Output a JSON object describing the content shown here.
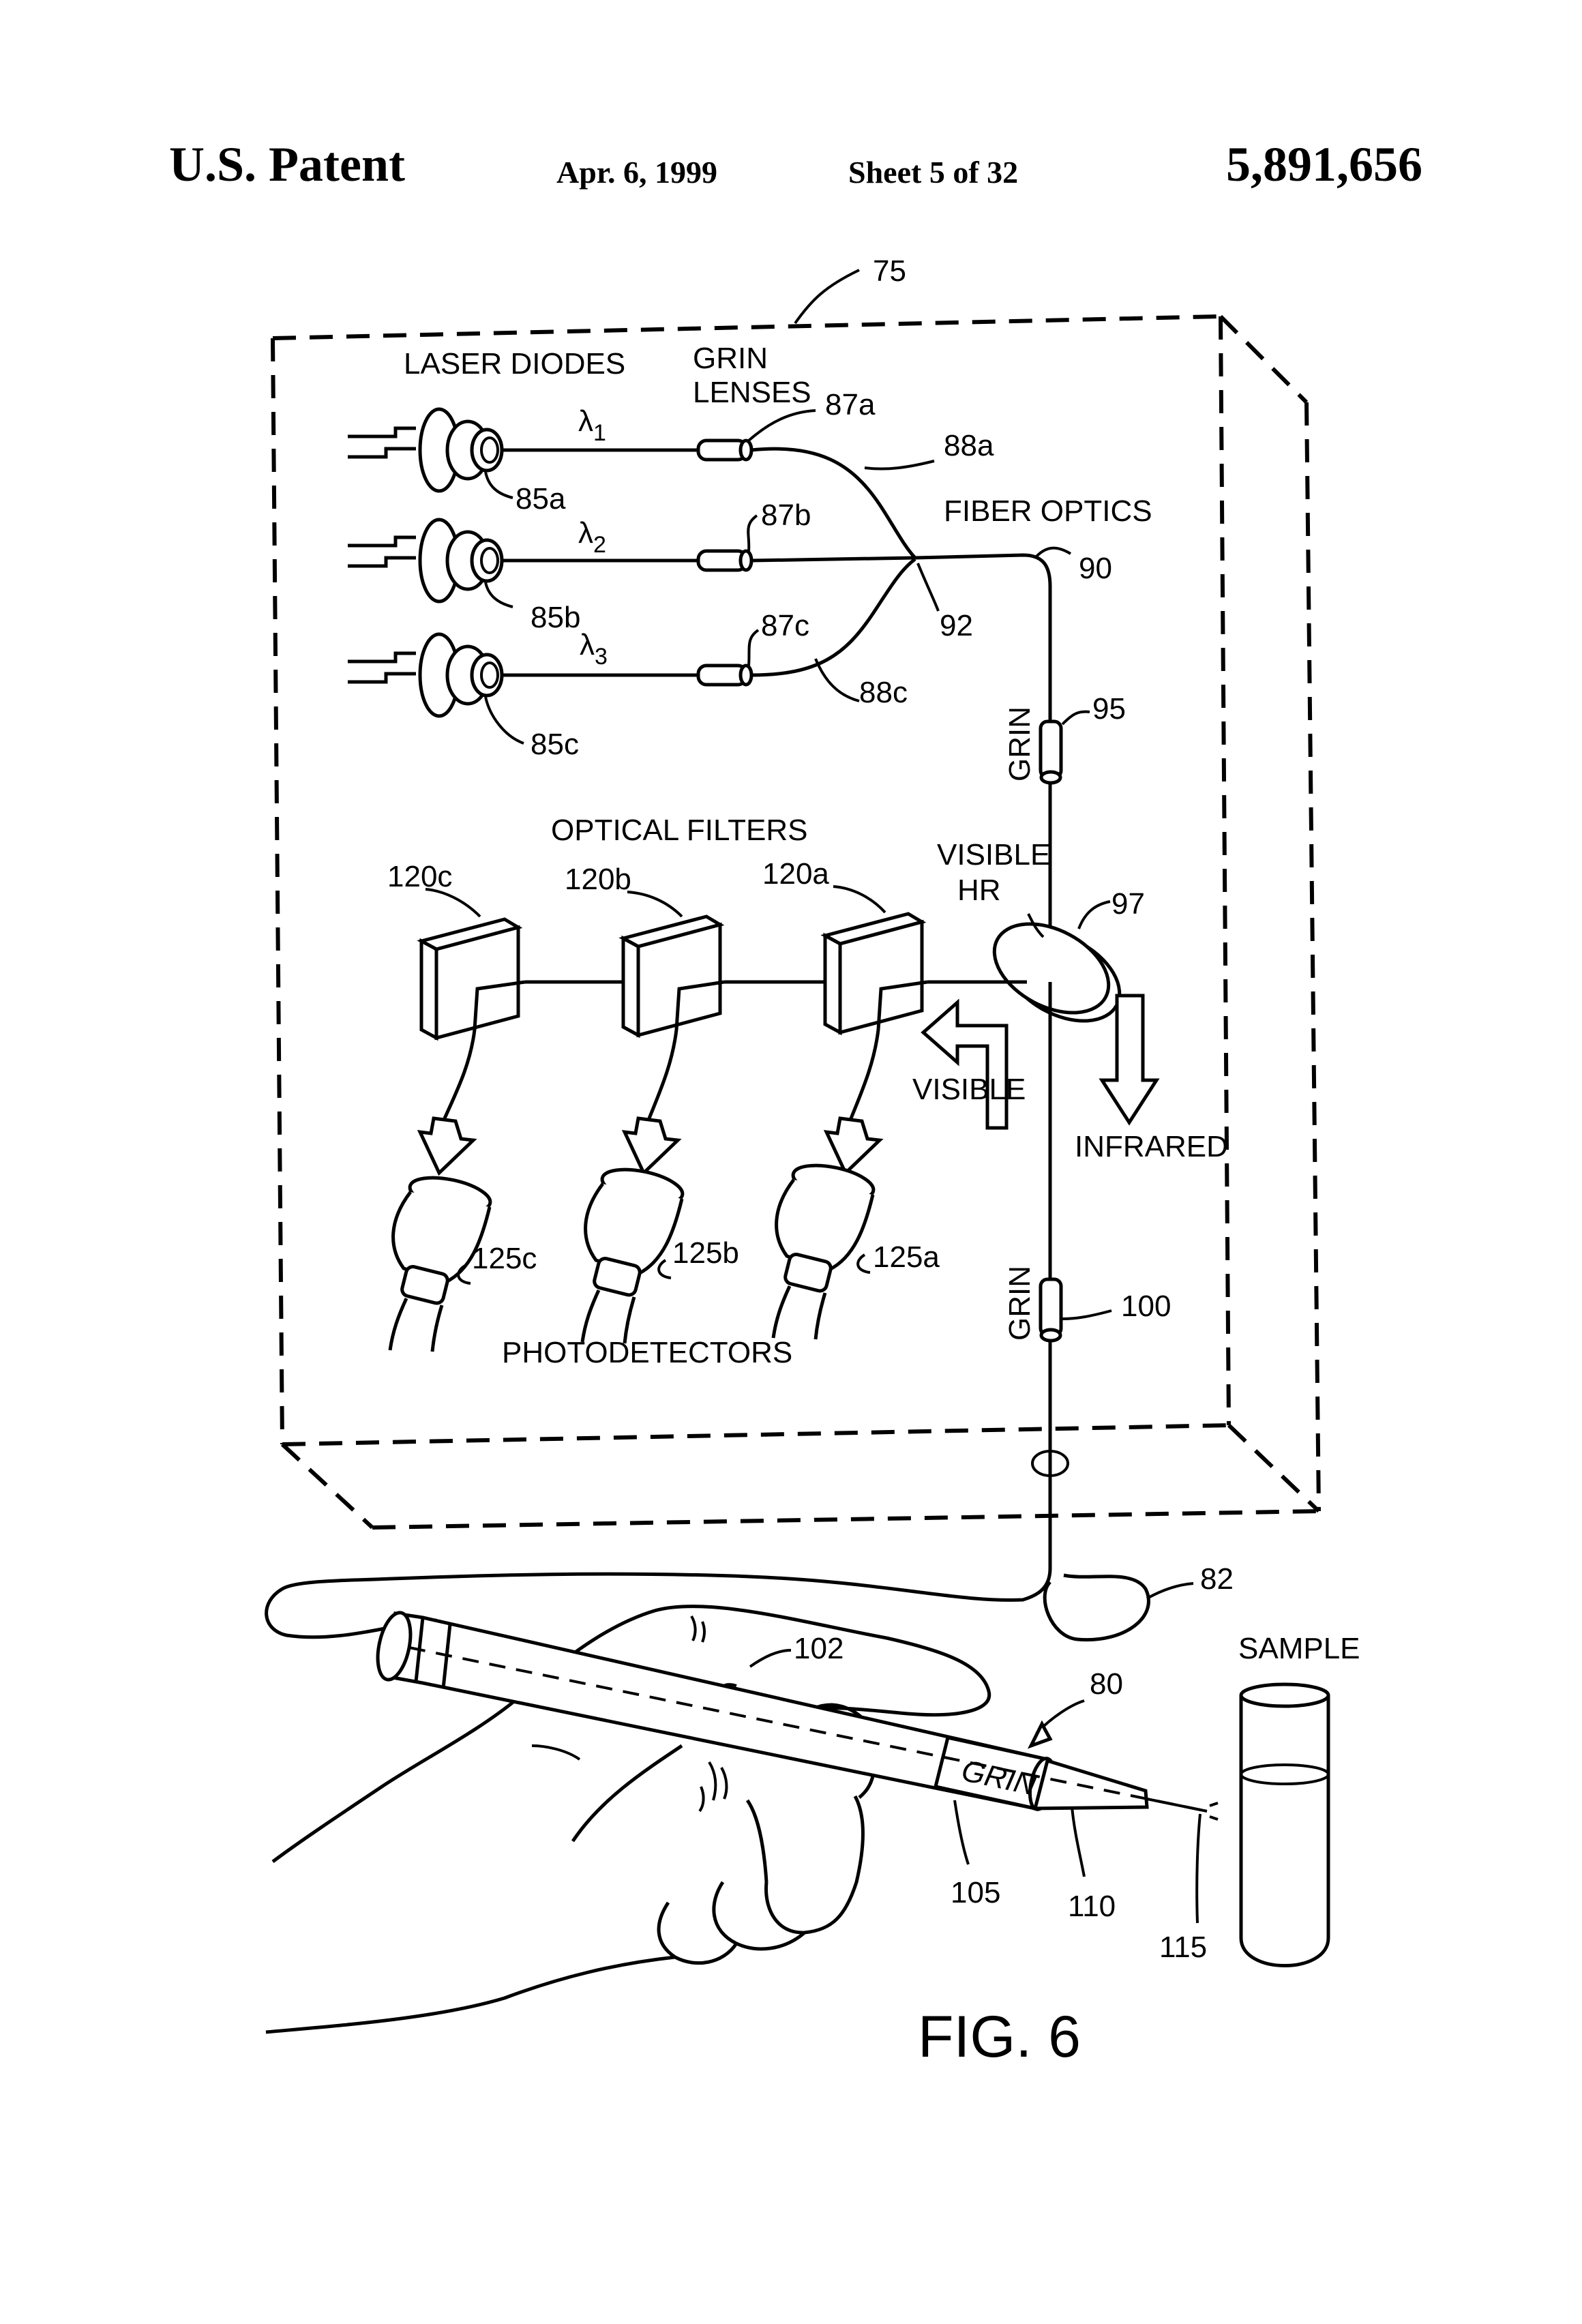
{
  "header": {
    "left": "U.S. Patent",
    "date": "Apr. 6, 1999",
    "sheet": "Sheet 5 of 32",
    "number": "5,891,656"
  },
  "labels": {
    "laser_diodes": "LASER DIODES",
    "grin_lenses_1": "GRIN",
    "grin_lenses_2": "LENSES",
    "fiber_optics": "FIBER OPTICS",
    "optical_filters": "OPTICAL FILTERS",
    "visible_hr_1": "VISIBLE",
    "visible_hr_2": "HR",
    "visible_arrow": "VISIBLE",
    "infrared": "INFRARED",
    "photodetectors": "PHOTODETECTORS",
    "grin_95": "GRIN",
    "grin_100": "GRIN",
    "grin_105": "GRIN",
    "sample": "SAMPLE",
    "fig": "FIG. 6"
  },
  "wavelengths": {
    "l1_sym": "λ",
    "l1_sub": "1",
    "l2_sym": "λ",
    "l2_sub": "2",
    "l3_sym": "λ",
    "l3_sub": "3"
  },
  "refs": {
    "r75": "75",
    "r85a": "85a",
    "r85b": "85b",
    "r85c": "85c",
    "r87a": "87a",
    "r87b": "87b",
    "r87c": "87c",
    "r88a": "88a",
    "r88c": "88c",
    "r90": "90",
    "r92": "92",
    "r95": "95",
    "r97": "97",
    "r120a": "120a",
    "r120b": "120b",
    "r120c": "120c",
    "r125a": "125a",
    "r125b": "125b",
    "r125c": "125c",
    "r100": "100",
    "r82": "82",
    "r80": "80",
    "r102": "102",
    "r105": "105",
    "r110": "110",
    "r115": "115"
  }
}
